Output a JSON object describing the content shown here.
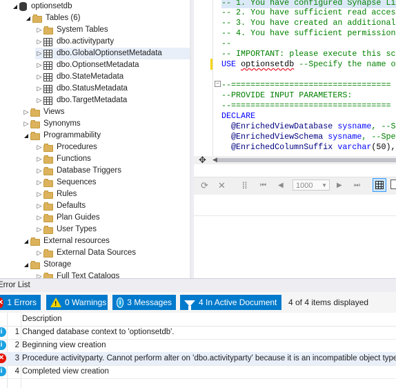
{
  "tree": {
    "database": "optionsetdb",
    "tables_folder": "Tables (6)",
    "tables": [
      {
        "label": "System Tables",
        "kind": "folder"
      },
      {
        "label": "dbo.activityparty",
        "kind": "table"
      },
      {
        "label": "dbo.GlobalOptionsetMetadata",
        "kind": "table",
        "selected": true
      },
      {
        "label": "dbo.OptionsetMetadata",
        "kind": "table"
      },
      {
        "label": "dbo.StateMetadata",
        "kind": "table"
      },
      {
        "label": "dbo.StatusMetadata",
        "kind": "table"
      },
      {
        "label": "dbo.TargetMetadata",
        "kind": "table"
      }
    ],
    "views": "Views",
    "synonyms": "Synonyms",
    "programmability": "Programmability",
    "programmability_items": [
      "Procedures",
      "Functions",
      "Database Triggers",
      "Sequences",
      "Rules",
      "Defaults",
      "Plan Guides",
      "User Types"
    ],
    "external_resources": "External resources",
    "external_data_sources": "External Data Sources",
    "storage": "Storage",
    "storage_child": "Full Text Catalogs"
  },
  "editor": {
    "lines": [
      {
        "text": "-- 1. You have configured Synapse Li",
        "type": "comment",
        "hl": true
      },
      {
        "text": "-- 2. You have sufficient read acces",
        "type": "comment"
      },
      {
        "text": "-- 3. You have created an additional",
        "type": "comment"
      },
      {
        "text": "-- 4. You have sufficient permission",
        "type": "comment"
      },
      {
        "text": "--",
        "type": "comment"
      },
      {
        "text": "-- IMPORTANT: please execute this sc",
        "type": "comment"
      },
      {
        "kw": "USE",
        "ident": "optionsetdb",
        "rest": "--Specify the name o",
        "type": "use"
      },
      {
        "text": "",
        "type": "blank"
      },
      {
        "text": "--=================================",
        "type": "comment"
      },
      {
        "text": "--PROVIDE INPUT PARAMETERS:",
        "type": "comment"
      },
      {
        "text": "--=================================",
        "type": "comment"
      },
      {
        "kw": "DECLARE",
        "type": "declare"
      },
      {
        "ident": "@EnrichedViewDatabase",
        "kw": "sysname",
        "rest": ", --S",
        "type": "param"
      },
      {
        "ident": "@EnrichedViewSchema",
        "kw": "sysname",
        "rest": ", --Spe",
        "type": "param"
      },
      {
        "ident": "@EnrichedColumnSuffix",
        "kw": "varchar",
        "rest": "(50), ",
        "type": "param"
      }
    ]
  },
  "results_toolbar": {
    "page_value": "1000"
  },
  "error_list": {
    "title": "Error List",
    "errors_label": "1 Errors",
    "warnings_label": "0 Warnings",
    "messages_label": "3 Messages",
    "filter_label": "4 In Active Document",
    "items_displayed": "4 of 4 items displayed",
    "description_header": "Description",
    "rows": [
      {
        "num": "1",
        "type": "info",
        "text": "Changed database context to 'optionsetdb'."
      },
      {
        "num": "2",
        "type": "info",
        "text": "Beginning view creation"
      },
      {
        "num": "3",
        "type": "error",
        "text": "Procedure activityparty. Cannot perform alter on 'dbo.activityparty' because it is an incompatible object type.",
        "selected": true
      },
      {
        "num": "4",
        "type": "info",
        "text": "Completed view creation"
      }
    ]
  },
  "colors": {
    "accent": "#007acc",
    "error": "#e51400",
    "info": "#1ba1e2",
    "warning": "#f5d400",
    "comment": "#008000",
    "keyword": "#0000ff"
  }
}
